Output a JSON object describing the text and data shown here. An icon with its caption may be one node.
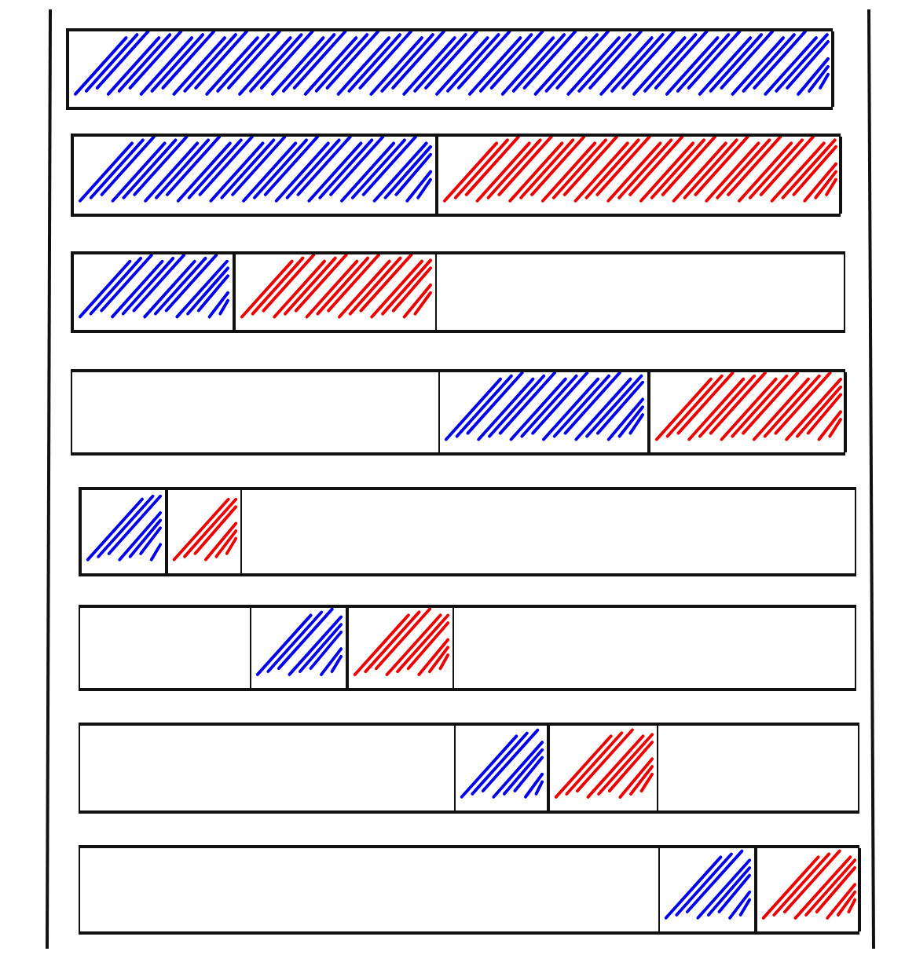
{
  "diagram": {
    "nodes": [
      {
        "text": [],
        "shape": "bar"
      },
      {
        "text": [],
        "shape": "box",
        "in": 0
      },
      {
        "text": [],
        "shape": "bar"
      },
      {
        "text": [],
        "shape": "box",
        "in": 2
      },
      {
        "text": [],
        "shape": "box",
        "in": 2
      },
      {
        "text": [],
        "shape": "bar"
      },
      {
        "text": [],
        "shape": "box",
        "in": 5
      },
      {
        "text": [],
        "shape": "box",
        "in": 5
      },
      {
        "text": [],
        "shape": "bar"
      },
      {
        "text": [],
        "shape": "box",
        "in": 8
      },
      {
        "text": [],
        "shape": "box",
        "in": 8
      },
      {
        "text": [],
        "shape": "bar"
      },
      {
        "text": [],
        "shape": "box",
        "in": 11
      },
      {
        "text": [],
        "shape": "box",
        "in": 11
      },
      {
        "text": [],
        "shape": "bar"
      },
      {
        "text": [],
        "shape": "box",
        "in": 14
      },
      {
        "text": [],
        "shape": "box",
        "in": 14
      },
      {
        "text": [],
        "shape": "bar"
      },
      {
        "text": [],
        "shape": "box",
        "in": 17
      },
      {
        "text": [],
        "shape": "box",
        "in": 17
      },
      {
        "text": [],
        "shape": "bar"
      },
      {
        "text": [],
        "shape": "box",
        "in": 20
      },
      {
        "text": [],
        "shape": "box",
        "in": 20
      }
    ]
  }
}
